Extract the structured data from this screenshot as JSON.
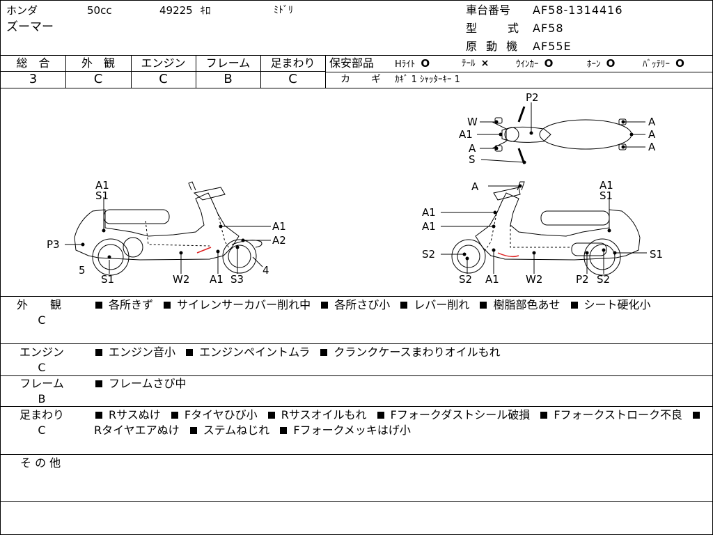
{
  "header": {
    "maker": "ホンダ",
    "displacement": "50cc",
    "mileage": "49225",
    "mileage_unit": "ｷﾛ",
    "color": "ﾐﾄﾞﾘ",
    "model_name": "ズーマー",
    "frame_no_label": "車台番号",
    "frame_no": "AF58-1314416",
    "model_type_label": "型　式",
    "model_type": "AF58",
    "engine_label": "原 動 機",
    "engine_type": "AF55E"
  },
  "grades": [
    {
      "label": "総　合",
      "value": "3"
    },
    {
      "label": "外　観",
      "value": "C"
    },
    {
      "label": "エンジン",
      "value": "C"
    },
    {
      "label": "フレーム",
      "value": "B"
    },
    {
      "label": "足まわり",
      "value": "C"
    }
  ],
  "safety": {
    "label": "保安部品",
    "items": [
      {
        "name": "Hﾗｲﾄ",
        "mark": "O"
      },
      {
        "name": "ﾃｰﾙ",
        "mark": "×"
      },
      {
        "name": "ｳｲﾝｶｰ",
        "mark": "O"
      },
      {
        "name": "ﾎｰﾝ",
        "mark": "O"
      },
      {
        "name": "ﾊﾞｯﾃﾘｰ",
        "mark": "O"
      }
    ],
    "key_label": "カ　ギ",
    "key_value": "ｶｷﾞ 1 ｼｬｯﾀｰｷｰ 1"
  },
  "diagram_labels": {
    "left": [
      "A1",
      "S1",
      "P3",
      "5",
      "S1",
      "W2",
      "A1",
      "S3",
      "4",
      "A1",
      "A2"
    ],
    "right": [
      "A",
      "A1",
      "A1",
      "S2",
      "S2",
      "A1",
      "W2",
      "P2",
      "S2",
      "A1",
      "S1",
      "S1"
    ],
    "top": [
      "P2",
      "W",
      "A1",
      "A",
      "S",
      "A",
      "A",
      "A"
    ]
  },
  "sections": [
    {
      "label": "外　観",
      "grade": "C",
      "items": [
        "各所きず",
        "サイレンサーカバー削れ中",
        "各所さび小",
        "レバー削れ",
        "樹脂部色あせ",
        "シート硬化小"
      ]
    },
    {
      "label": "エンジン",
      "grade": "C",
      "items": [
        "エンジン音小",
        "エンジンペイントムラ",
        "クランクケースまわりオイルもれ"
      ]
    },
    {
      "label": "フレーム",
      "grade": "B",
      "items": [
        "フレームさび中"
      ]
    },
    {
      "label": "足まわり",
      "grade": "C",
      "items": [
        "Rサスぬけ",
        "Fタイヤひび小",
        "Rサスオイルもれ",
        "Fフォークダストシール破損",
        "Fフォークストローク不良",
        "Rタイヤエアぬけ",
        "ステムねじれ",
        "Fフォークメッキはげ小"
      ]
    }
  ],
  "other": {
    "label": "そ の 他",
    "text": ""
  }
}
